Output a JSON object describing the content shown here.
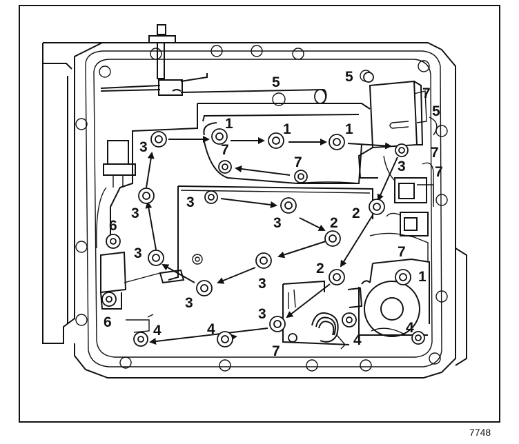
{
  "figure_number": "7748",
  "labels": {
    "l1a": "1",
    "l1b": "1",
    "l1c": "1",
    "l1d": "1",
    "l2a": "2",
    "l2b": "2",
    "l2c": "2",
    "l3a": "3",
    "l3b": "3",
    "l3c": "3",
    "l3d": "3",
    "l3e": "3",
    "l3f": "3",
    "l3g": "3",
    "l3h": "3",
    "l3i": "3",
    "l4a": "4",
    "l4b": "4",
    "l4c": "4",
    "l4d": "4",
    "l5a": "5",
    "l5b": "5",
    "l5c": "5",
    "l6a": "6",
    "l6b": "6",
    "l7a": "7",
    "l7b": "7",
    "l7c": "7",
    "l7d": "7",
    "l7e": "7",
    "l7f": "7",
    "l7g": "7"
  },
  "colors": {
    "line": "#111111",
    "background": "#ffffff"
  }
}
